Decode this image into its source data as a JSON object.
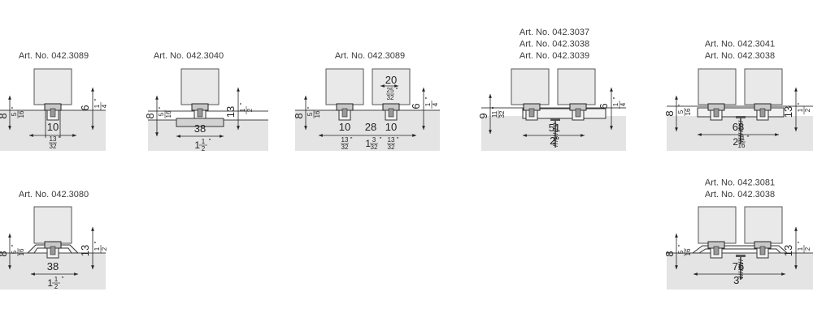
{
  "inch_mark": "\"",
  "panels": [
    {
      "titles": [
        "Art. No. 042.3089"
      ],
      "height_mm": "8",
      "height_in": {
        "n": "5",
        "d": "16"
      },
      "widths": [
        {
          "mm": "10",
          "in": {
            "n": "13",
            "d": "32"
          }
        }
      ],
      "offset_mm": "6",
      "offset_in": {
        "n": "1",
        "d": "4"
      }
    },
    {
      "titles": [
        "Art. No. 042.3040"
      ],
      "height_mm": "8",
      "height_in": {
        "n": "5",
        "d": "16"
      },
      "widths": [
        {
          "mm": "38",
          "in": {
            "w": "1",
            "n": "1",
            "d": "2"
          }
        }
      ],
      "offset_mm": "13",
      "offset_in": {
        "n": "1",
        "d": "2"
      }
    },
    {
      "titles": [
        "Art. No. 042.3089"
      ],
      "height_mm": "8",
      "height_in": {
        "n": "5",
        "d": "16"
      },
      "widths": [
        {
          "mm": "10",
          "in": {
            "n": "13",
            "d": "32"
          }
        },
        {
          "mm": "28",
          "in": {
            "w": "1",
            "n": "3",
            "d": "32"
          }
        },
        {
          "mm": "10",
          "in": {
            "n": "13",
            "d": "32"
          }
        }
      ],
      "glass_gap_mm": "20",
      "glass_gap_in": {
        "n": "25",
        "d": "32"
      },
      "offset_mm": "6",
      "offset_in": {
        "n": "1",
        "d": "4"
      }
    },
    {
      "titles": [
        "Art. No. 042.3037",
        "Art. No. 042.3038",
        "Art. No. 042.3039"
      ],
      "height_mm": "9",
      "height_in": {
        "n": "11",
        "d": "32"
      },
      "widths": [
        {
          "mm": "51",
          "in_text": "2\""
        }
      ],
      "offset_mm": "6",
      "offset_in": {
        "n": "1",
        "d": "4"
      }
    },
    {
      "titles": [
        "Art. No. 042.3041",
        "Art. No. 042.3038"
      ],
      "height_mm": "8",
      "height_in": {
        "n": "5",
        "d": "16"
      },
      "widths": [
        {
          "mm": "68",
          "in": {
            "w": "2",
            "n": "11",
            "d": "16"
          }
        }
      ],
      "offset_mm": "13",
      "offset_in": {
        "n": "1",
        "d": "2"
      }
    },
    {
      "titles": [
        "Art. No. 042.3080"
      ],
      "height_mm": "8",
      "height_in": {
        "n": "5",
        "d": "16"
      },
      "widths": [
        {
          "mm": "38",
          "in": {
            "w": "1",
            "n": "1",
            "d": "2"
          }
        }
      ],
      "offset_mm": "13",
      "offset_in": {
        "n": "1",
        "d": "2"
      }
    },
    {
      "titles": [
        "Art. No. 042.3081",
        "Art. No. 042.3038"
      ],
      "height_mm": "8",
      "height_in": {
        "n": "5",
        "d": "16"
      },
      "widths": [
        {
          "mm": "76",
          "in_text": "3\""
        }
      ],
      "offset_mm": "13",
      "offset_in": {
        "n": "1",
        "d": "2"
      }
    }
  ]
}
